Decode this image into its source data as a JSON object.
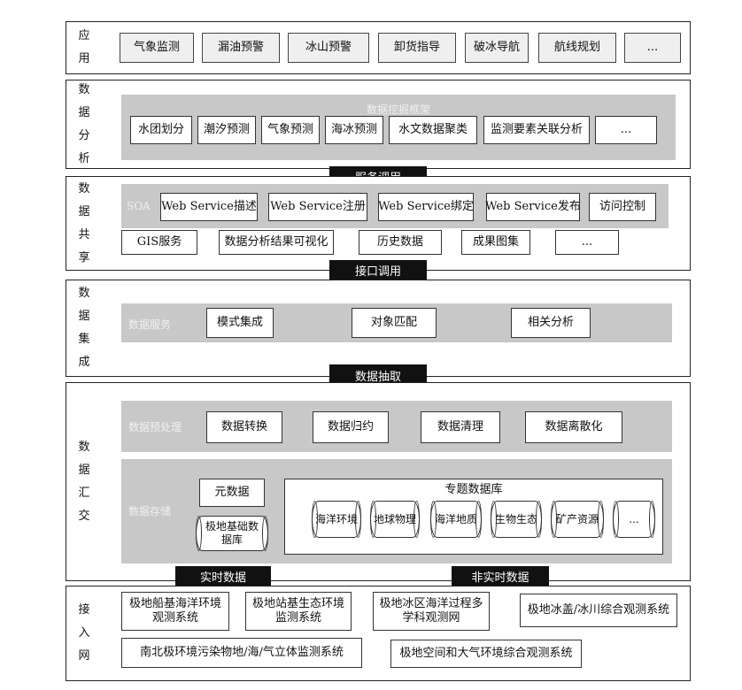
{
  "layers": {
    "application": {
      "label": "应用",
      "items": [
        "气象监测",
        "漏油预警",
        "冰山预警",
        "卸货指导",
        "破冰导航",
        "航线规划",
        "..."
      ]
    },
    "analysis": {
      "label": "数据分析",
      "panel_title": "数据挖掘框架",
      "items": [
        "水团划分",
        "潮汐预测",
        "气象预测",
        "海冰预测",
        "水文数据聚类",
        "监测要素关联分析",
        "..."
      ]
    },
    "sharing": {
      "label": "数据共享",
      "panel_title": "SOA",
      "soa_items": [
        "Web Service描述",
        "Web Service注册",
        "Web Service绑定",
        "Web Service发布",
        "访问控制"
      ],
      "other_items": [
        "GIS服务",
        "数据分析结果可视化",
        "历史数据",
        "成果图集",
        "..."
      ]
    },
    "integration": {
      "label": "数据集成",
      "panel_title": "数据服务",
      "items": [
        "模式集成",
        "对象匹配",
        "相关分析"
      ]
    },
    "aggregation": {
      "label": "数据汇交",
      "preprocess": {
        "title": "数据预处理",
        "items": [
          "数据转换",
          "数据归约",
          "数据清理",
          "数据离散化"
        ]
      },
      "storage": {
        "title": "数据存储",
        "metadata": "元数据",
        "base_db": "极地基础数据库",
        "thematic": {
          "title": "专题数据库",
          "items": [
            "海洋环境",
            "地球物理",
            "海洋地质",
            "生物生态",
            "矿产资源",
            "..."
          ]
        }
      }
    },
    "access": {
      "label": "接入网",
      "items": [
        "极地船基海洋环境观测系统",
        "极地站基生态环境监测系统",
        "极地冰区海洋过程多学科观测网",
        "极地冰盖/冰川综合观测系统",
        "南北极环境污染物地/海/气立体监测系统",
        "极地空间和大气环境综合观测系统"
      ]
    }
  },
  "connectors": {
    "service_call": "服务调用",
    "interface_call": "接口调用",
    "extraction": "数据抽取",
    "realtime": "实时数据",
    "non_realtime": "非实时数据"
  }
}
